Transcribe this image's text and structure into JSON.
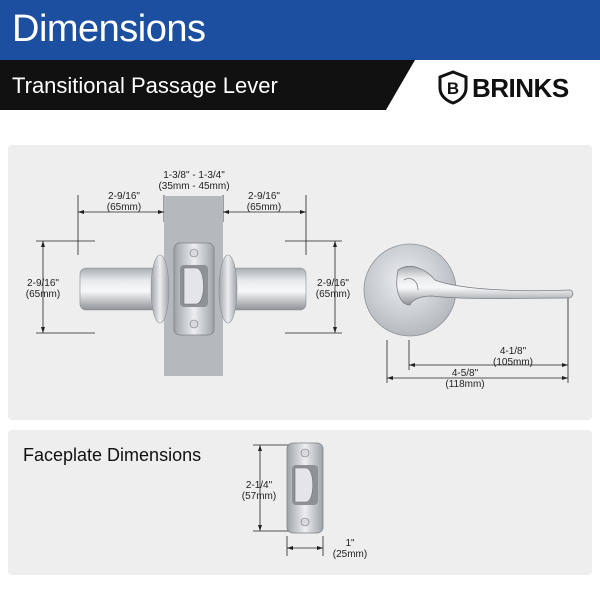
{
  "header": {
    "title": "Dimensions"
  },
  "subheader": {
    "title": "Transitional Passage Lever"
  },
  "brand": {
    "name": "BRINKS",
    "badge_letter": "B"
  },
  "colors": {
    "header_blue": "#1d4fa0",
    "subbar_black": "#111111",
    "panel_gray": "#eeeeee",
    "metal": "#c9ccd0"
  },
  "main_diagram": {
    "door_thickness": {
      "imperial": "1-3/8\" - 1-3/4\"",
      "metric": "(35mm - 45mm)"
    },
    "left_knob_length": {
      "imperial": "2-9/16\"",
      "metric": "(65mm)"
    },
    "right_knob_length": {
      "imperial": "2-9/16\"",
      "metric": "(65mm)"
    },
    "left_height": {
      "imperial": "2-9/16\"",
      "metric": "(65mm)"
    },
    "right_height": {
      "imperial": "2-9/16\"",
      "metric": "(65mm)"
    },
    "lever_reach": {
      "imperial": "4-1/8\"",
      "metric": "(105mm)"
    },
    "lever_length": {
      "imperial": "4-5/8\"",
      "metric": "(118mm)"
    }
  },
  "faceplate": {
    "title": "Faceplate Dimensions",
    "height": {
      "imperial": "2-1/4\"",
      "metric": "(57mm)"
    },
    "width": {
      "imperial": "1\"",
      "metric": "(25mm)"
    }
  }
}
